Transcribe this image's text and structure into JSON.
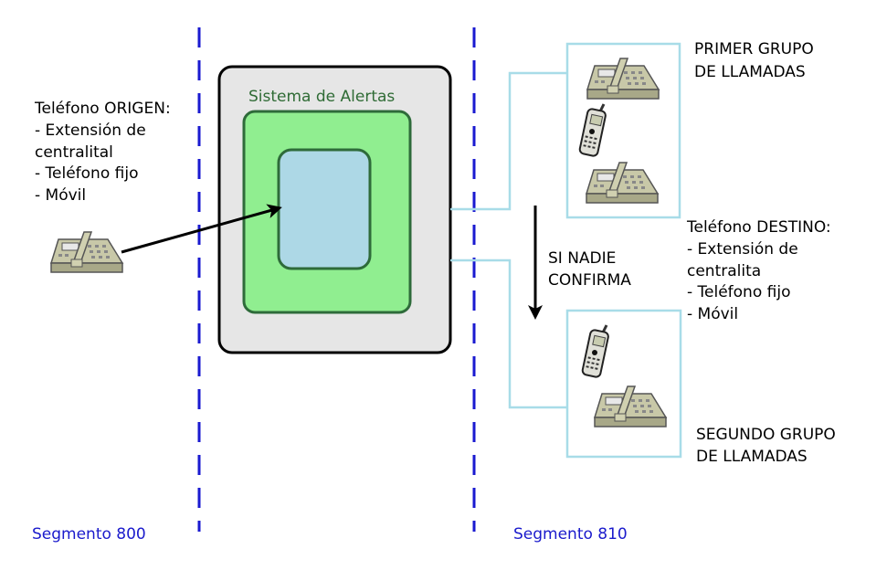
{
  "origin": {
    "lines": [
      "Teléfono ORIGEN:",
      "- Extensión de",
      "centralital",
      "- Teléfono fijo",
      "- Móvil"
    ],
    "icon": "desk-phone-icon"
  },
  "system": {
    "title": "Sistema de Alertas"
  },
  "first_group": {
    "lines": [
      "PRIMER GRUPO",
      "DE LLAMADAS"
    ],
    "icons": [
      "desk-phone-icon",
      "mobile-phone-icon",
      "desk-phone-icon"
    ]
  },
  "escalation": {
    "lines": [
      "SI NADIE",
      "CONFIRMA"
    ]
  },
  "destination": {
    "lines": [
      "Teléfono DESTINO:",
      "- Extensión de",
      "centralita",
      "- Teléfono fijo",
      "- Móvil"
    ]
  },
  "second_group": {
    "lines": [
      "SEGUNDO GRUPO",
      "DE LLAMADAS"
    ],
    "icons": [
      "mobile-phone-icon",
      "desk-phone-icon"
    ]
  },
  "segments": [
    "Segmento 800",
    "Segmento 810"
  ],
  "colors": {
    "segment_line": "#1a1ad0",
    "system_box": "#e6e6e6",
    "green_box": "#90ee90",
    "inner_box": "#add8e6",
    "group_line": "#a8dce8"
  }
}
